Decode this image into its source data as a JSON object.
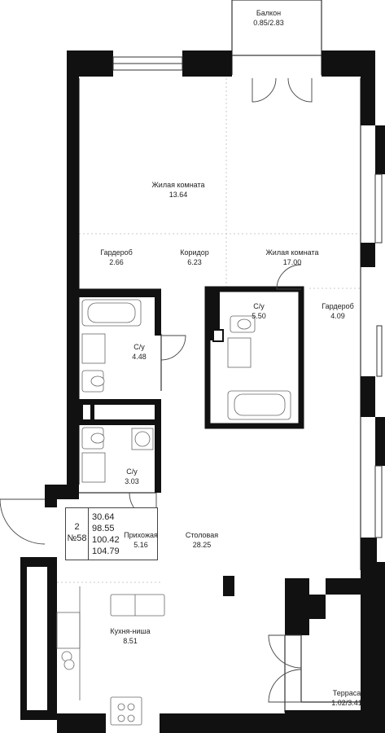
{
  "apartment": {
    "floor": "2",
    "number": "№58",
    "areas": [
      "30.64",
      "98.55",
      "100.42",
      "104.79"
    ]
  },
  "rooms": [
    {
      "name": "Балкон",
      "area": "0.85/2.83"
    },
    {
      "name": "Жилая комната",
      "area": "13.64"
    },
    {
      "name": "Гардероб",
      "area": "2.66"
    },
    {
      "name": "Коридор",
      "area": "6.23"
    },
    {
      "name": "Жилая комната",
      "area": "17.00"
    },
    {
      "name": "С/у",
      "area": "4.48"
    },
    {
      "name": "С/у",
      "area": "5.50"
    },
    {
      "name": "Гардероб",
      "area": "4.09"
    },
    {
      "name": "С/у",
      "area": "3.03"
    },
    {
      "name": "Прихожая",
      "area": "5.16"
    },
    {
      "name": "Столовая",
      "area": "28.25"
    },
    {
      "name": "Кухня-ниша",
      "area": "8.51"
    },
    {
      "name": "Терраса",
      "area": "1.02/3.41"
    }
  ]
}
